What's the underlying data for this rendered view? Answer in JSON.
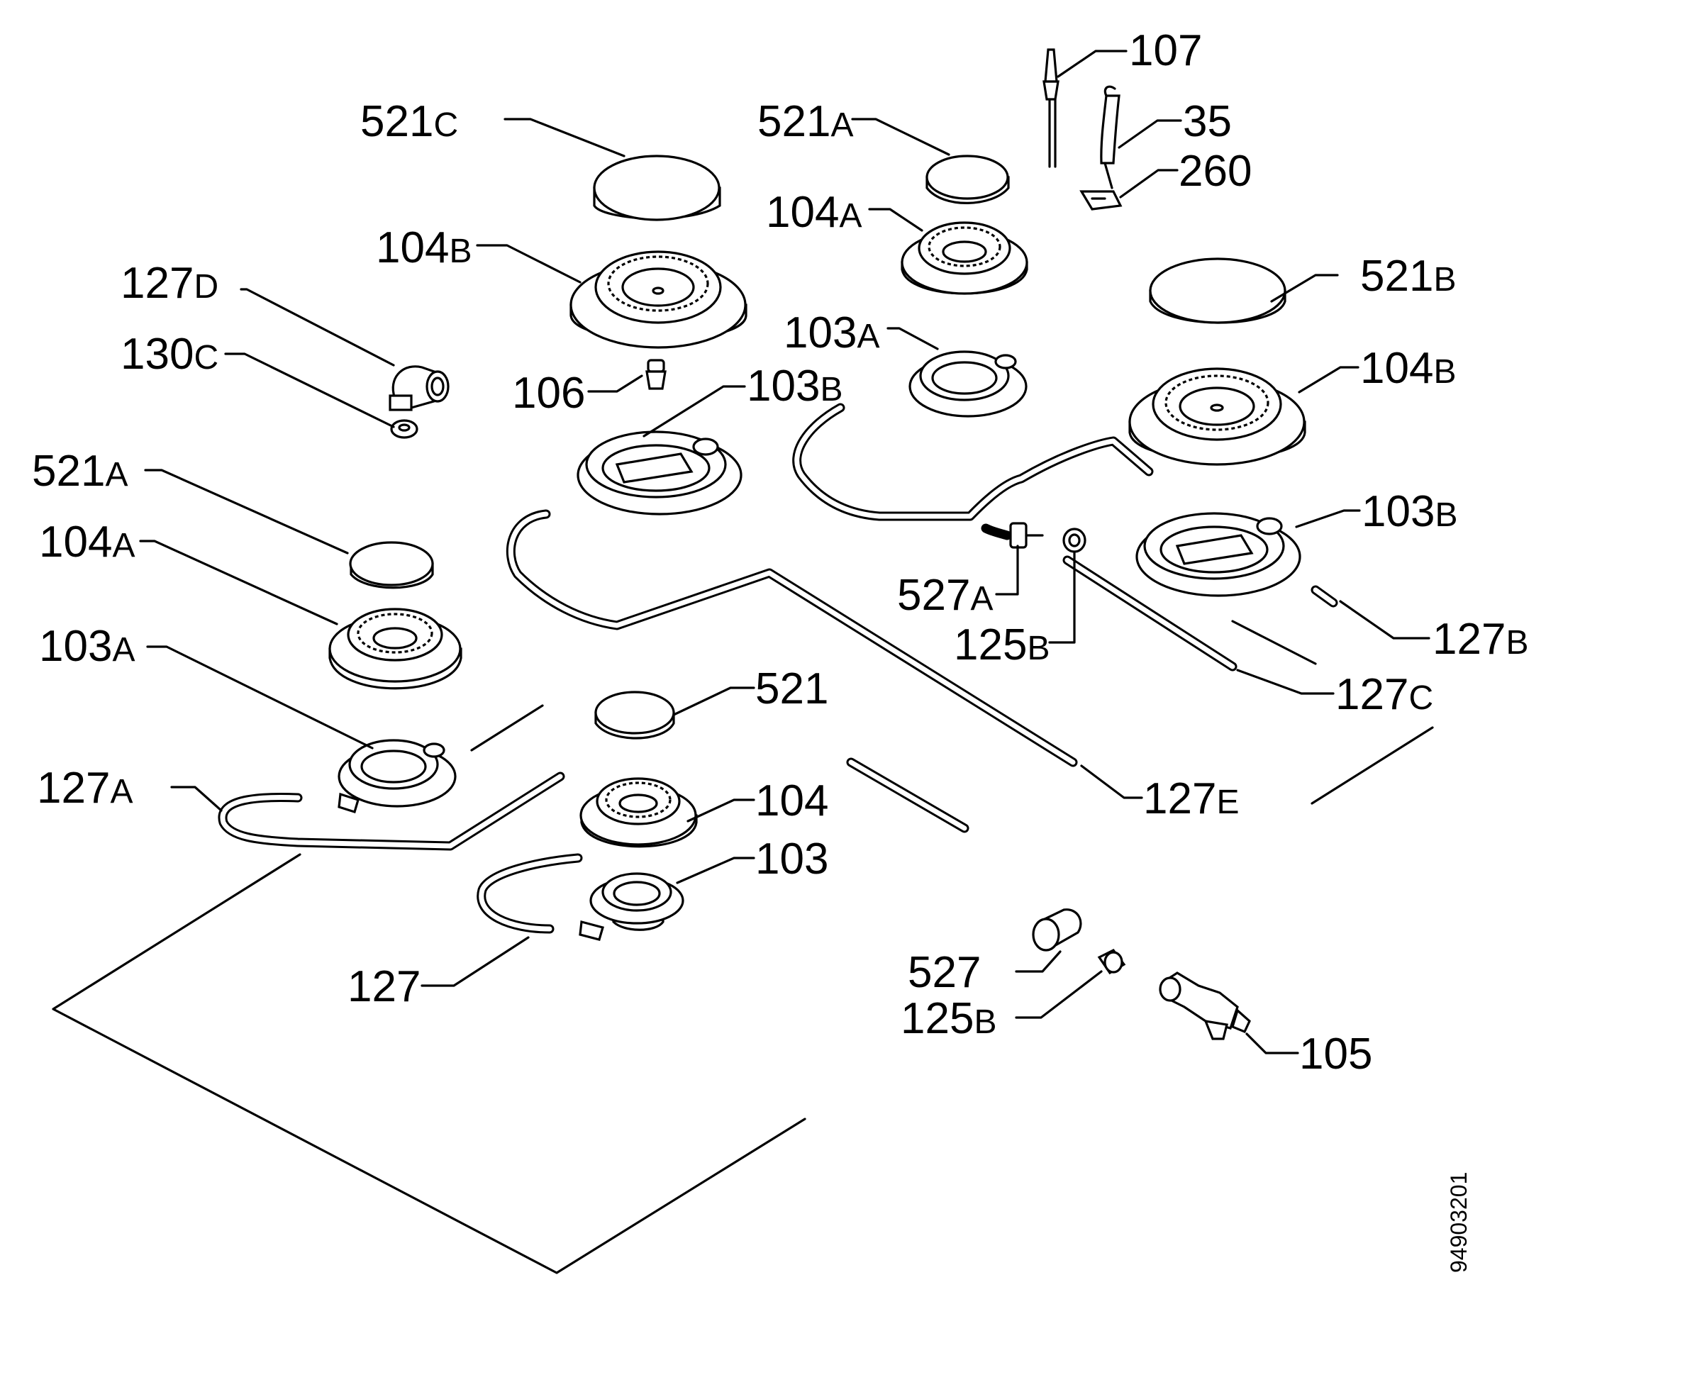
{
  "labels": {
    "l_107": {
      "main": "107",
      "sub": ""
    },
    "l_35": {
      "main": "35",
      "sub": ""
    },
    "l_260": {
      "main": "260",
      "sub": ""
    },
    "l_521c": {
      "main": "521",
      "sub": "C"
    },
    "l_521a_top": {
      "main": "521",
      "sub": "A"
    },
    "l_104b_top": {
      "main": "104",
      "sub": "B"
    },
    "l_104a_top": {
      "main": "104",
      "sub": "A"
    },
    "l_127d": {
      "main": "127",
      "sub": "D"
    },
    "l_521b": {
      "main": "521",
      "sub": "B"
    },
    "l_130c": {
      "main": "130",
      "sub": "C"
    },
    "l_103a_top": {
      "main": "103",
      "sub": "A"
    },
    "l_104b_right": {
      "main": "104",
      "sub": "B"
    },
    "l_106": {
      "main": "106",
      "sub": ""
    },
    "l_103b_mid": {
      "main": "103",
      "sub": "B"
    },
    "l_521a_left": {
      "main": "521",
      "sub": "A"
    },
    "l_103b_right": {
      "main": "103",
      "sub": "B"
    },
    "l_104a_left": {
      "main": "104",
      "sub": "A"
    },
    "l_527a": {
      "main": "527",
      "sub": "A"
    },
    "l_127b": {
      "main": "127",
      "sub": "B"
    },
    "l_103a_left": {
      "main": "103",
      "sub": "A"
    },
    "l_125b_mid": {
      "main": "125",
      "sub": "B"
    },
    "l_127c": {
      "main": "127",
      "sub": "C"
    },
    "l_521": {
      "main": "521",
      "sub": ""
    },
    "l_127a": {
      "main": "127",
      "sub": "A"
    },
    "l_104": {
      "main": "104",
      "sub": ""
    },
    "l_127e": {
      "main": "127",
      "sub": "E"
    },
    "l_103": {
      "main": "103",
      "sub": ""
    },
    "l_127": {
      "main": "127",
      "sub": ""
    },
    "l_527": {
      "main": "527",
      "sub": ""
    },
    "l_125b_bot": {
      "main": "125",
      "sub": "B"
    },
    "l_105": {
      "main": "105",
      "sub": ""
    }
  },
  "drawing_code": "94903201"
}
